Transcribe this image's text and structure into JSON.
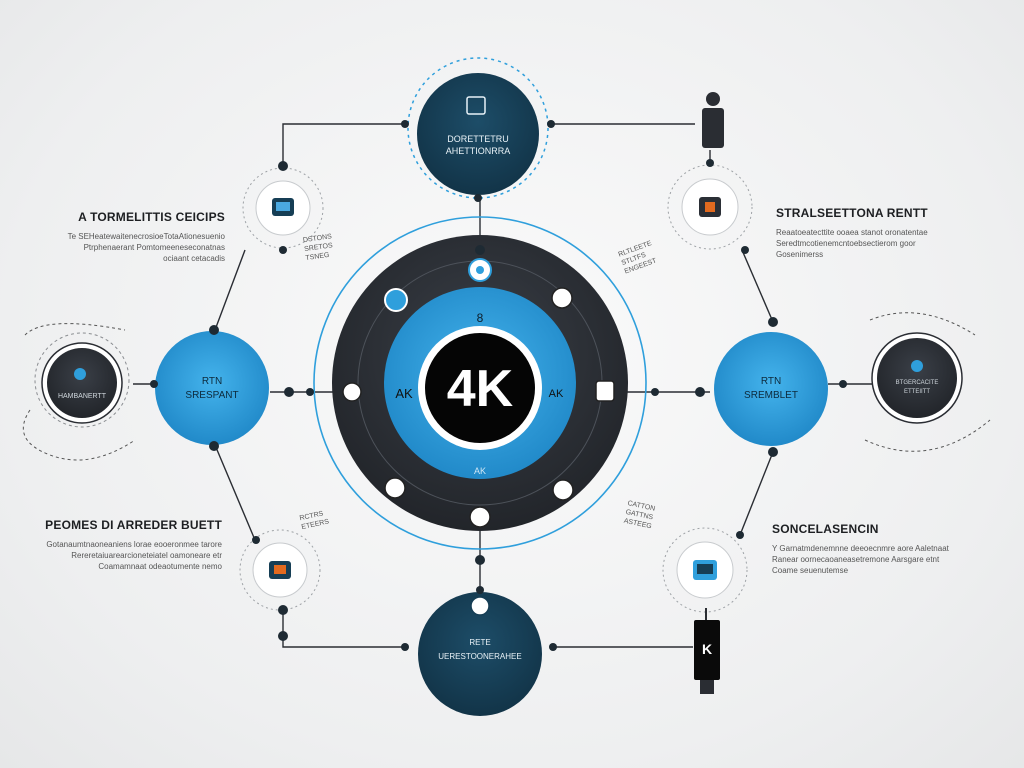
{
  "center": {
    "badge": "4K",
    "left_tag": "AK",
    "right_tag": "AK",
    "top_tag": "8",
    "bottom_tag": "AK"
  },
  "top_node": {
    "line1": "DORETTETRU",
    "line2": "AHETTIONRRA"
  },
  "bottom_node": {
    "line1": "RETE",
    "line2": "UERESTOONERAHEE"
  },
  "left_node": {
    "line1": "RTN",
    "line2": "SRESPANT"
  },
  "right_node": {
    "line1": "RTN",
    "line2": "SREMBLET"
  },
  "far_left_node": {
    "line1": "HAMBANERTT"
  },
  "far_right_node": {
    "line1": "BTGERCACITE",
    "line2": "ETTEIITT"
  },
  "bottom_device": {
    "label": "K"
  },
  "text_blocks": {
    "top_left": {
      "heading": "A TORMELITTIS CEICIPS",
      "lines": [
        "Te SEHeatewaitenecrosioeTotaAtionesuenio",
        "Ptrphenaerant Pomtomeeneseconatnas",
        "ociaant cetacadis"
      ]
    },
    "top_right": {
      "heading": "STRALSEETTONA RENTT",
      "lines": [
        "Reaatoeatecttite ooaea stanot oronatentae",
        "Seredtmcotienemcntoebsectierom goor",
        "Gosenimerss"
      ]
    },
    "bottom_left": {
      "heading": "PEOMES DI ARREDER BUETT",
      "lines": [
        "Gotanaumtnaoneaniens lorae eooeronmee tarore",
        "Rereretaiuarearcioneteiatel oamoneare etr",
        "Coamamnaat odeaotumente nemo"
      ]
    },
    "bottom_right": {
      "heading": "SONCELASENCIN",
      "lines": [
        "Y Garnatmdenemnne deeoecnmre aore Aaletnaat",
        "Ranear oornecaoaneasetremone Aarsgare etnt",
        "Coame seuenutemse"
      ]
    },
    "left_small_tag": {
      "lines": [
        "DSTONS",
        "SRETOS",
        "TSNEG"
      ]
    },
    "right_small_tag": {
      "lines": [
        "RLTLEETE",
        "STLTFS",
        "ENGEEST"
      ]
    },
    "bottom_left_small_tag": {
      "lines": [
        "RCTRS",
        "ETEERS"
      ]
    },
    "bottom_right_small_tag": {
      "lines": [
        "CATTON",
        "GATTNS",
        "ASTEEG"
      ]
    }
  },
  "colors": {
    "navy": "#163e55",
    "dark": "#2b2f36",
    "blue": "#2f9fdc",
    "light_blue": "#4aa9e1",
    "line": "#2a2d33",
    "accent_orange": "#e26a1f"
  }
}
